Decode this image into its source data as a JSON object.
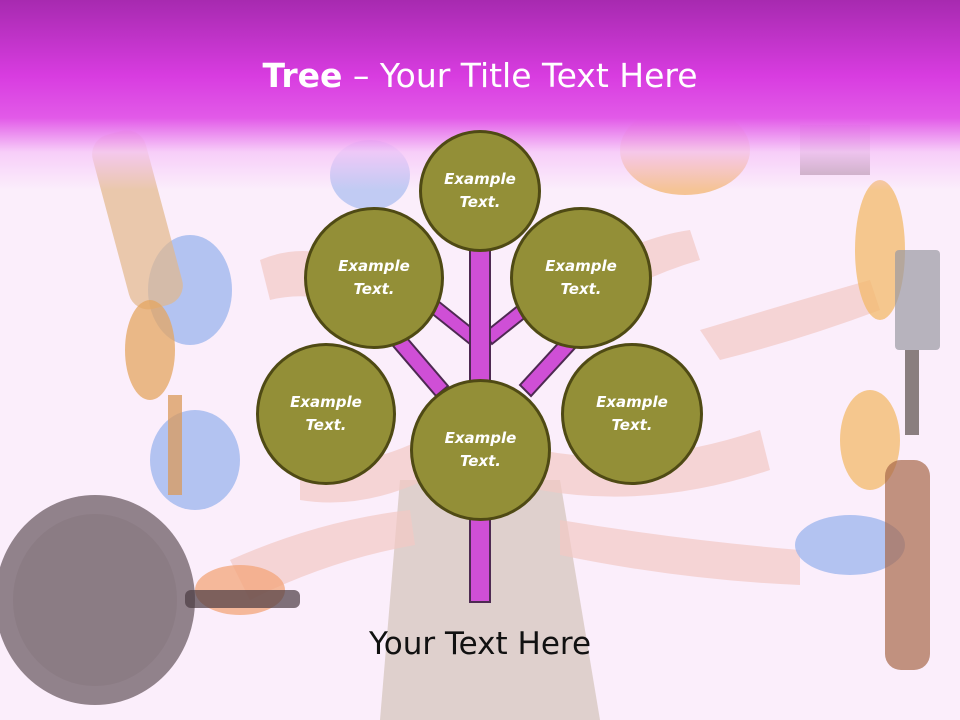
{
  "slide": {
    "title_bold": "Tree",
    "title_rest": " – Your Title Text Here",
    "footer_text": "Your Text Here",
    "nodes": [
      {
        "line1": "Example",
        "line2": "Text."
      },
      {
        "line1": "Example",
        "line2": "Text."
      },
      {
        "line1": "Example",
        "line2": "Text."
      },
      {
        "line1": "Example",
        "line2": "Text."
      },
      {
        "line1": "Example",
        "line2": "Text."
      },
      {
        "line1": "Example",
        "line2": "Text."
      }
    ]
  },
  "colors": {
    "header": "#d83ce0",
    "branch": "#cf4fd6",
    "node_fill": "#938f37",
    "node_border": "#4f4a14"
  },
  "background": {
    "description_icon": "housewife-with-many-arms-photo"
  }
}
